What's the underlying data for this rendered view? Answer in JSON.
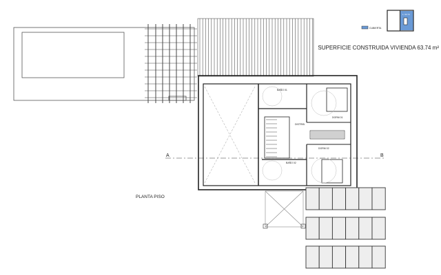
{
  "plan": {
    "title": "PLANTA PISO",
    "area_label": "SUPERFICIE CONSTRUIDA VIVIENDA 63.74 m²",
    "section_marks": [
      "A",
      "B"
    ],
    "legend": {
      "swatch_label": "CUBIERTA",
      "key_label": "L. 63.74",
      "accent_color": "#6a9ad6"
    },
    "rooms": [
      {
        "name": "BAÑO 01"
      },
      {
        "name": "DORM 01"
      },
      {
        "name": "DISTRIB."
      },
      {
        "name": "DORM 02"
      },
      {
        "name": "BAÑO 02"
      }
    ]
  }
}
